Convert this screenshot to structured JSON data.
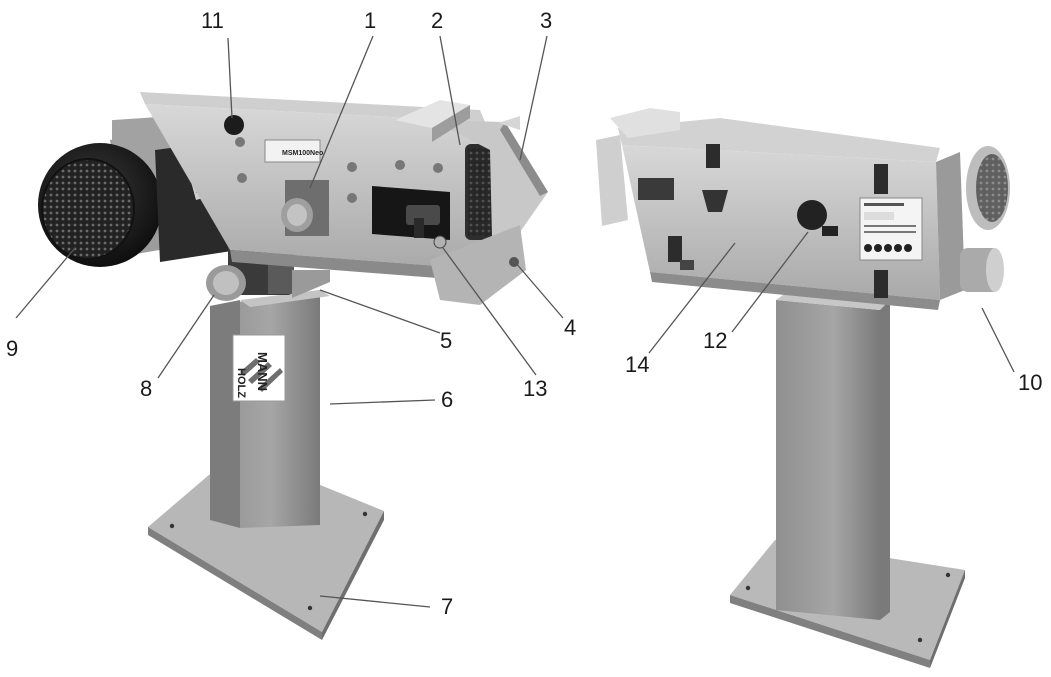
{
  "callouts": [
    {
      "id": "1",
      "text": "1"
    },
    {
      "id": "2",
      "text": "2"
    },
    {
      "id": "3",
      "text": "3"
    },
    {
      "id": "4",
      "text": "4"
    },
    {
      "id": "5",
      "text": "5"
    },
    {
      "id": "6",
      "text": "6"
    },
    {
      "id": "7",
      "text": "7"
    },
    {
      "id": "8",
      "text": "8"
    },
    {
      "id": "9",
      "text": "9"
    },
    {
      "id": "10",
      "text": "10"
    },
    {
      "id": "11",
      "text": "11"
    },
    {
      "id": "12",
      "text": "12"
    },
    {
      "id": "13",
      "text": "13"
    },
    {
      "id": "14",
      "text": "14"
    }
  ],
  "machine": {
    "brand_logo": "HOLZMANN",
    "model_plate": "MSM100Neo"
  },
  "colors": {
    "background": "#ffffff",
    "metal_light": "#c9c9c9",
    "metal_mid": "#a8a8a8",
    "metal_dark": "#7d7d7d",
    "motor_black": "#1e1e1e",
    "leader_line": "#555555"
  }
}
